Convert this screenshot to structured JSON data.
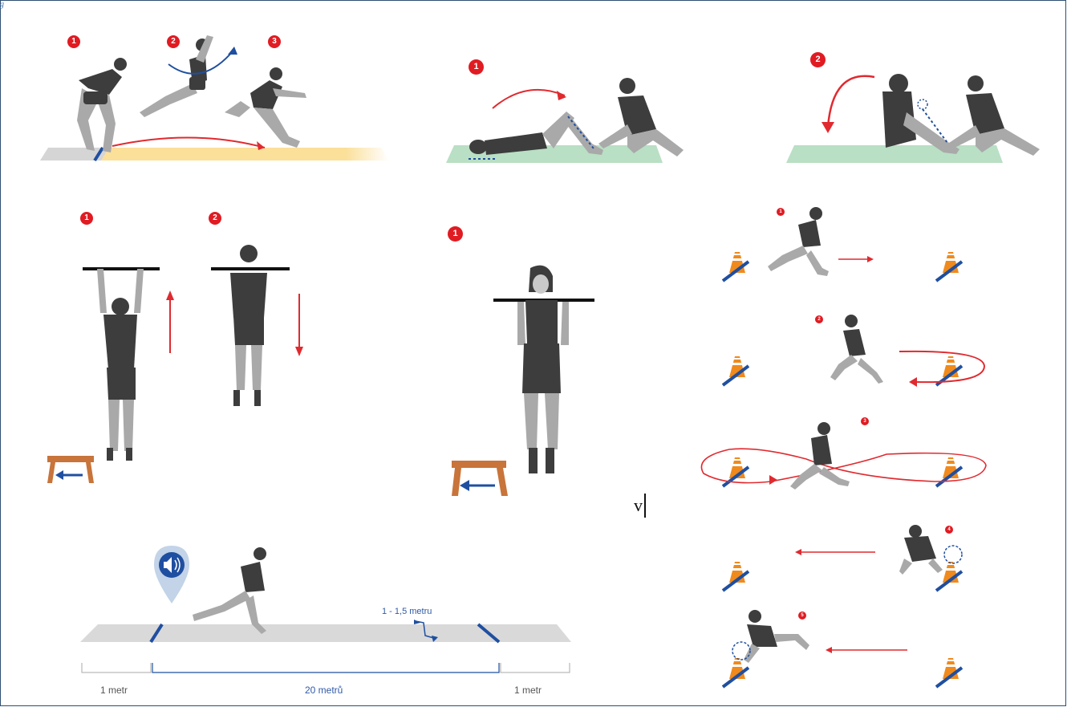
{
  "header_stub": "g",
  "badges": {
    "long_jump": [
      "1",
      "2",
      "3"
    ],
    "situps": [
      "1",
      "2"
    ],
    "pullups": [
      "1",
      "2"
    ],
    "flexed_arm_hang": [
      "1"
    ],
    "shuttle": [
      "1",
      "2",
      "3",
      "4",
      "5"
    ]
  },
  "sprint_test": {
    "distance_label": "20 metrů",
    "left_margin_label": "1 metr",
    "right_margin_label": "1 metr",
    "line_offset_label": "1 - 1,5 metru"
  },
  "stray_text": "v",
  "colors": {
    "badge_red": "#e01b22",
    "arrow_red": "#e02a2f",
    "line_blue": "#1f4fa0",
    "mat_green": "#b9dfc4",
    "sand_yellow": "#fbe09a",
    "track_grey": "#d9d9d9",
    "body_dark": "#3d3d3d",
    "cone_orange": "#f08a1c",
    "box_brown": "#c8743a"
  }
}
